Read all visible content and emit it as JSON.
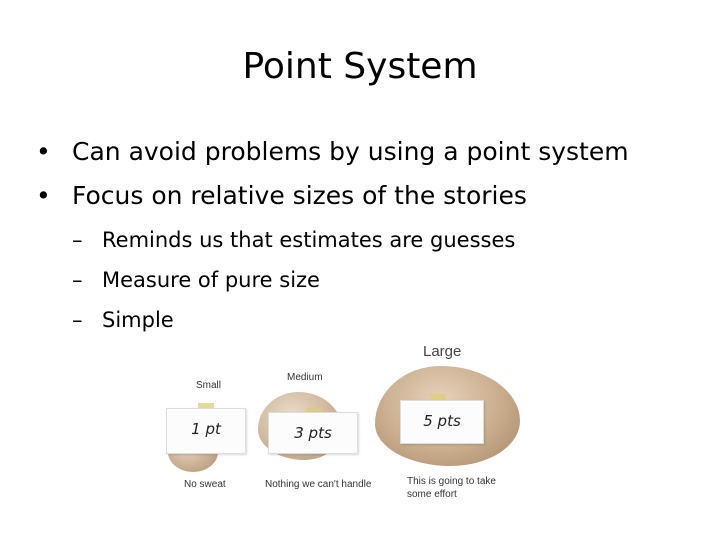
{
  "slide": {
    "title": "Point System",
    "bullets": [
      "Can avoid problems by using a point system",
      "Focus on relative sizes of the stories"
    ],
    "sub_bullets": [
      "Reminds us that estimates are guesses",
      "Measure of pure size",
      "Simple"
    ],
    "bullet_mark": "•",
    "sub_mark": "–"
  },
  "figure": {
    "small": {
      "heading": "Small",
      "card": "1 pt",
      "caption": "No sweat"
    },
    "medium": {
      "heading": "Medium",
      "card": "3 pts",
      "caption": "Nothing we can't handle"
    },
    "large": {
      "heading": "Large",
      "card": "5 pts",
      "caption_line1": "This is going to take",
      "caption_line2": "some effort"
    }
  }
}
